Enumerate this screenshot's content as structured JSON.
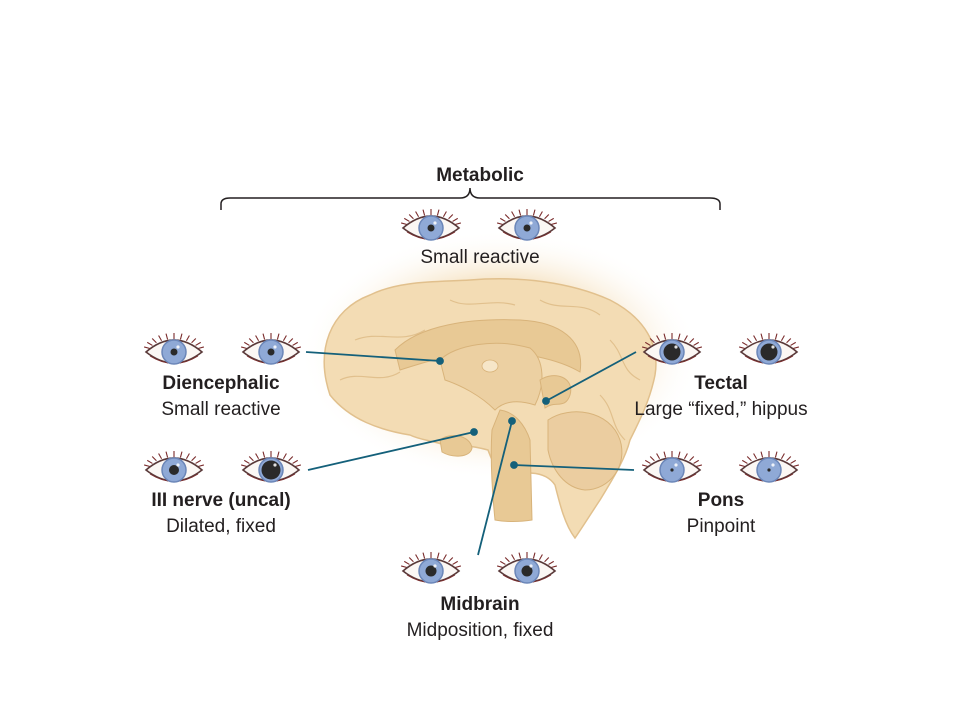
{
  "colors": {
    "iris": "#8fa9d6",
    "iris_ring": "#6b86b8",
    "pupil": "#2a2a2a",
    "lash": "#7a2b2b",
    "leader_line": "#14607a",
    "brain_fill": "#f3dcb4",
    "brain_glow": "#f8ead1",
    "brain_stroke": "#e1c08d"
  },
  "brace": {
    "label": "Metabolic"
  },
  "groups": [
    {
      "id": "metabolic",
      "title": "",
      "desc": "Small reactive",
      "pupil": "small"
    },
    {
      "id": "diencephalic",
      "title": "Diencephalic",
      "desc": "Small reactive",
      "pupil": "small"
    },
    {
      "id": "uncal",
      "title": "III nerve (uncal)",
      "desc": "Dilated, fixed",
      "pupil": "mixed"
    },
    {
      "id": "midbrain",
      "title": "Midbrain",
      "desc": "Midposition, fixed",
      "pupil": "mid"
    },
    {
      "id": "tectal",
      "title": "Tectal",
      "desc": "Large “fixed,” hippus",
      "pupil": "large"
    },
    {
      "id": "pons",
      "title": "Pons",
      "desc": "Pinpoint",
      "pupil": "pinpoint"
    }
  ]
}
